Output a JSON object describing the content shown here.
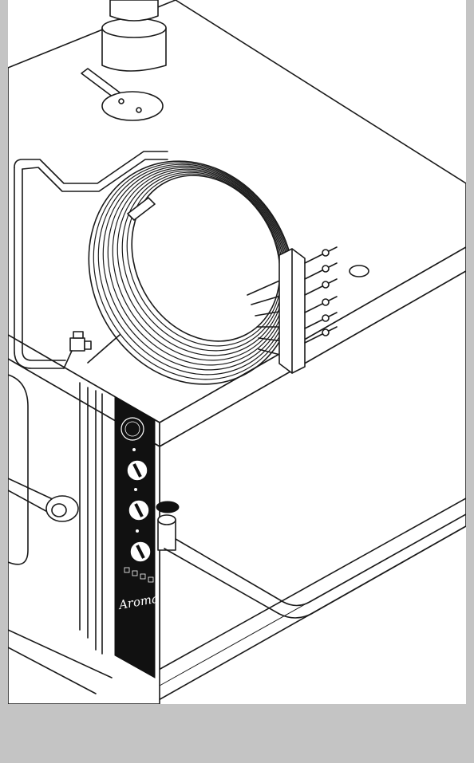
{
  "brand": {
    "logo_text": "Aroma"
  },
  "colors": {
    "background": "#c4c4c4",
    "panel": "#ffffff",
    "line": "#1a1a1a",
    "control_panel": "#111111"
  },
  "control_panel": {
    "knob_count": 3,
    "terminal_count": 6
  }
}
